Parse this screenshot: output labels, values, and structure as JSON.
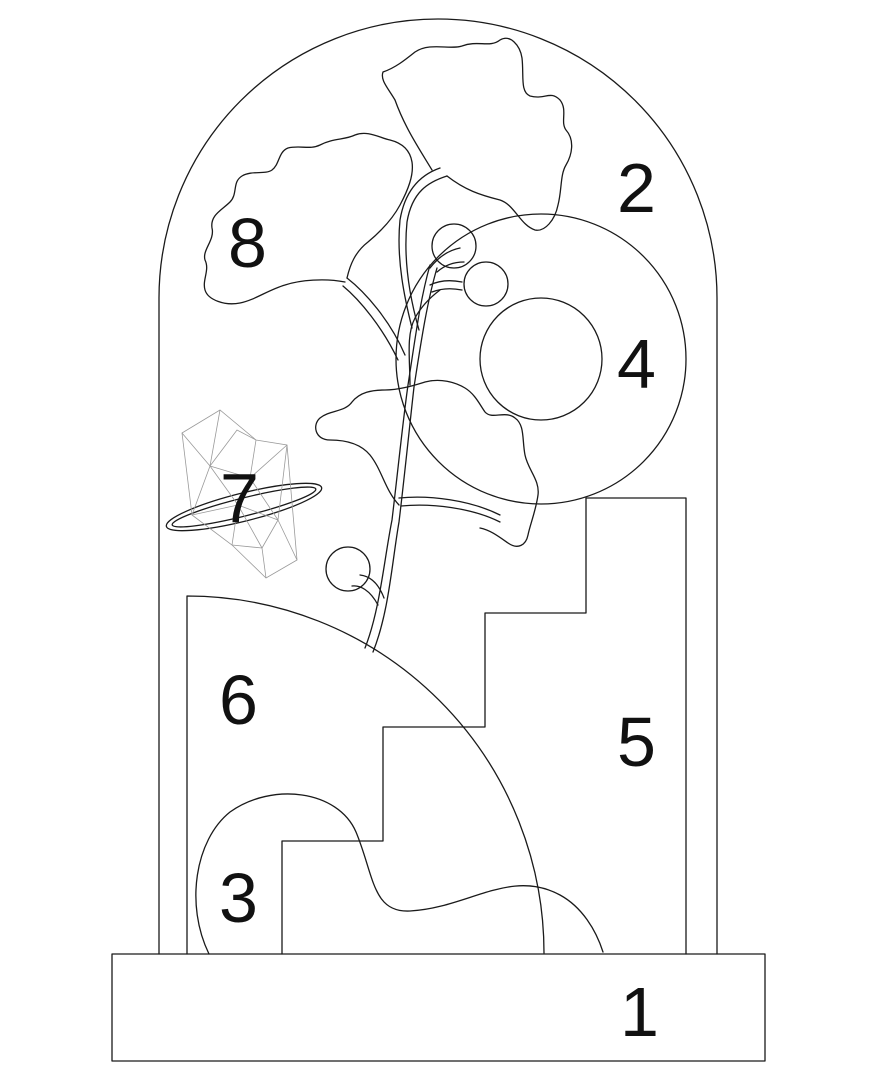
{
  "diagram": {
    "zone_labels": [
      {
        "id": "1",
        "text": "1"
      },
      {
        "id": "2",
        "text": "2"
      },
      {
        "id": "3",
        "text": "3"
      },
      {
        "id": "4",
        "text": "4"
      },
      {
        "id": "5",
        "text": "5"
      },
      {
        "id": "6",
        "text": "6"
      },
      {
        "id": "7",
        "text": "7"
      },
      {
        "id": "8",
        "text": "8"
      }
    ],
    "line_color": "#1a1a1a",
    "detail_color": "#9a9a9a",
    "background": "#ffffff"
  }
}
